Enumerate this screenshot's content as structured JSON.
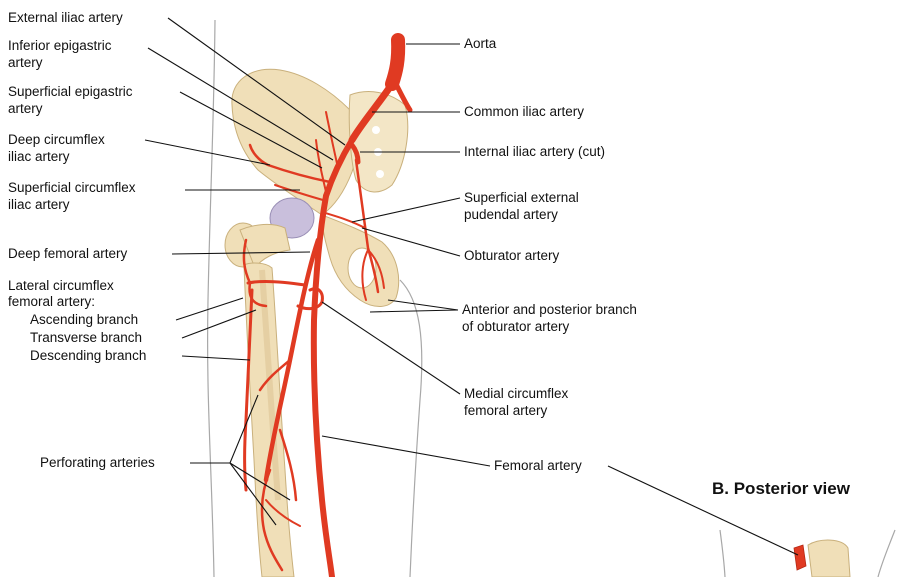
{
  "colors": {
    "artery": "#e03a22",
    "artery_dark": "#b52814",
    "bone": "#f0dfb8",
    "bone_shade": "#d9c08e",
    "skin_outline": "#a8a8a8",
    "leader": "#111111",
    "cartilage": "#c9bfdc"
  },
  "labels_left": [
    {
      "lines": [
        "External iliac artery"
      ]
    },
    {
      "lines": [
        "Inferior epigastric",
        "artery"
      ]
    },
    {
      "lines": [
        "Superficial epigastric",
        "artery"
      ]
    },
    {
      "lines": [
        "Deep circumflex",
        "iliac artery"
      ]
    },
    {
      "lines": [
        "Superficial circumflex",
        "iliac artery"
      ]
    },
    {
      "lines": [
        "Deep femoral artery"
      ]
    },
    {
      "lines": [
        "Lateral circumflex",
        "femoral artery:"
      ]
    },
    {
      "lines": [
        "Ascending branch"
      ]
    },
    {
      "lines": [
        "Transverse branch"
      ]
    },
    {
      "lines": [
        "Descending branch"
      ]
    },
    {
      "lines": [
        "Perforating arteries"
      ]
    }
  ],
  "labels_right": [
    {
      "lines": [
        "Aorta"
      ]
    },
    {
      "lines": [
        "Common iliac artery"
      ]
    },
    {
      "lines": [
        "Internal iliac artery (cut)"
      ]
    },
    {
      "lines": [
        "Superficial external",
        "pudendal artery"
      ]
    },
    {
      "lines": [
        "Obturator artery"
      ]
    },
    {
      "lines": [
        "Anterior and posterior branch",
        "of obturator artery"
      ]
    },
    {
      "lines": [
        "Medial circumflex",
        "femoral artery"
      ]
    },
    {
      "lines": [
        "Femoral artery"
      ]
    }
  ],
  "view_title": "B. Posterior view"
}
